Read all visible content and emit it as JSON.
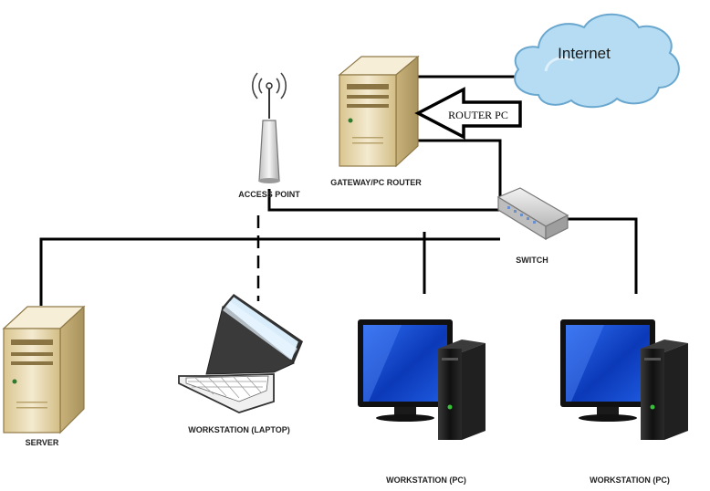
{
  "nodes": {
    "internet": {
      "label": "Internet"
    },
    "router_pc": {
      "label": "ROUTER PC"
    },
    "gateway": {
      "label": "GATEWAY/PC ROUTER"
    },
    "access_point": {
      "label": "ACCESS POINT"
    },
    "switch": {
      "label": "SWITCH"
    },
    "server": {
      "label": "SERVER"
    },
    "laptop": {
      "label": "WORKSTATION (LAPTOP)"
    },
    "pc1": {
      "label": "WORKSTATION (PC)"
    },
    "pc2": {
      "label": "WORKSTATION (PC)"
    }
  },
  "colors": {
    "cloud_fill": "#aed8f0",
    "cloud_stroke": "#6aa7cf",
    "case_fill": "#efe2b8",
    "monitor_screen": "#1b4fd6",
    "tower": "#1c1c1c",
    "line": "#000000"
  }
}
